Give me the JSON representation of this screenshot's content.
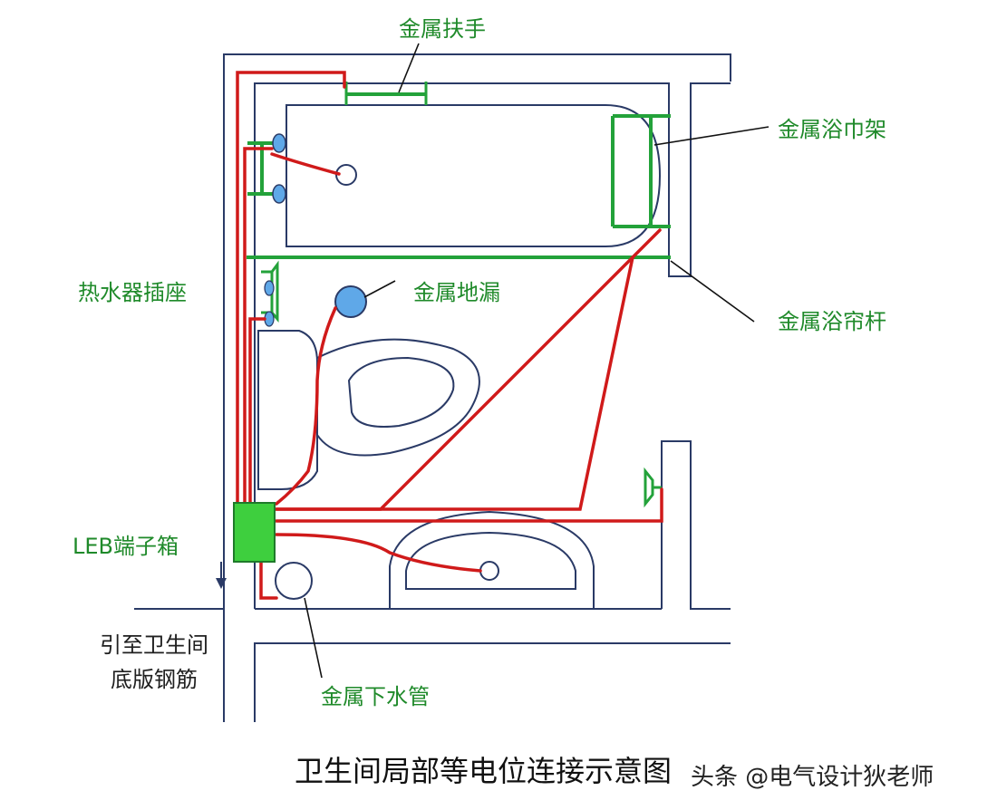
{
  "labels": {
    "metal_handrail": "金属扶手",
    "metal_towel_rack": "金属浴巾架",
    "water_heater_socket": "热水器插座",
    "metal_floor_drain": "金属地漏",
    "metal_curtain_rod": "金属浴帘杆",
    "leb_box": "LEB端子箱",
    "rebar_line1": "引至卫生间",
    "rebar_line2": "底版钢筋",
    "metal_drain_pipe": "金属下水管"
  },
  "title": "卫生间局部等电位连接示意图",
  "watermark": "头条 @电气设计狄老师",
  "colors": {
    "wall": "#2a3a66",
    "bonding_wire": "#d01a1a",
    "metal_part": "#23a23a",
    "leb_box": "#3ecf3e",
    "fitting_blue": "#5fa8e8",
    "label_green": "#1f8a2a"
  }
}
